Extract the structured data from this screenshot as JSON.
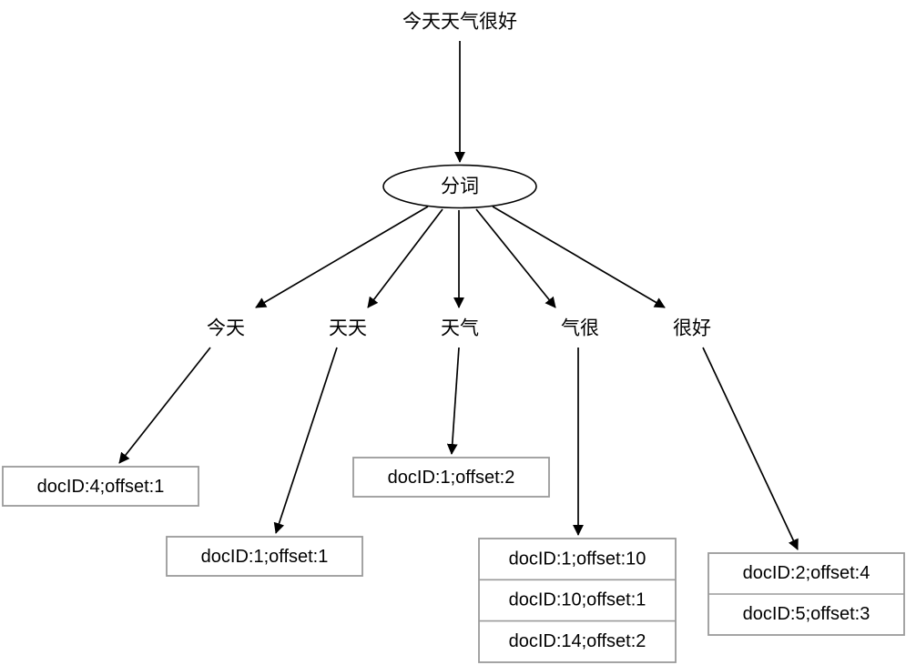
{
  "diagram": {
    "title": "今天天气很好",
    "process_node": {
      "label": "分词",
      "shape": "ellipse"
    },
    "tokens": [
      {
        "label": "今天"
      },
      {
        "label": "天天"
      },
      {
        "label": "天气"
      },
      {
        "label": "气很"
      },
      {
        "label": "很好"
      }
    ],
    "posting_lists": [
      {
        "for_token": "今天",
        "entries": [
          "docID:4;offset:1"
        ]
      },
      {
        "for_token": "天天",
        "entries": [
          "docID:1;offset:1"
        ]
      },
      {
        "for_token": "天气",
        "entries": [
          "docID:1;offset:2"
        ]
      },
      {
        "for_token": "气很",
        "entries": [
          "docID:1;offset:10",
          "docID:10;offset:1",
          "docID:14;offset:2"
        ]
      },
      {
        "for_token": "很好",
        "entries": [
          "docID:2;offset:4",
          "docID:5;offset:3"
        ]
      }
    ],
    "colors": {
      "background": "#ffffff",
      "text": "#000000",
      "edge": "#000000",
      "node_stroke": "#000000",
      "box_stroke": "#9a9a9a",
      "box_fill": "#ffffff"
    }
  }
}
